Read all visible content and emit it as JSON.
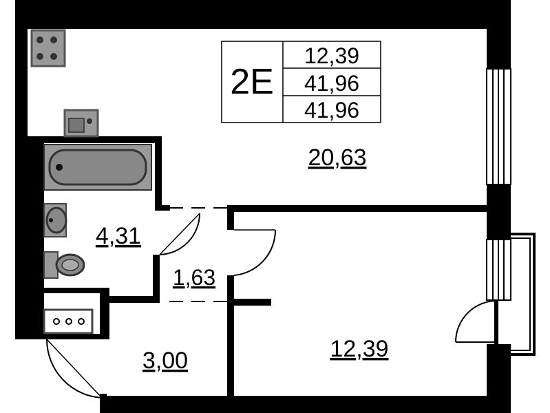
{
  "plan": {
    "type_code": "2E",
    "areas_table": [
      "12,39",
      "41,96",
      "41,96"
    ],
    "rooms": {
      "kitchen_living": "20,63",
      "bathroom": "4,31",
      "corridor": "1,63",
      "hall": "3,00",
      "bedroom": "12,39"
    }
  }
}
